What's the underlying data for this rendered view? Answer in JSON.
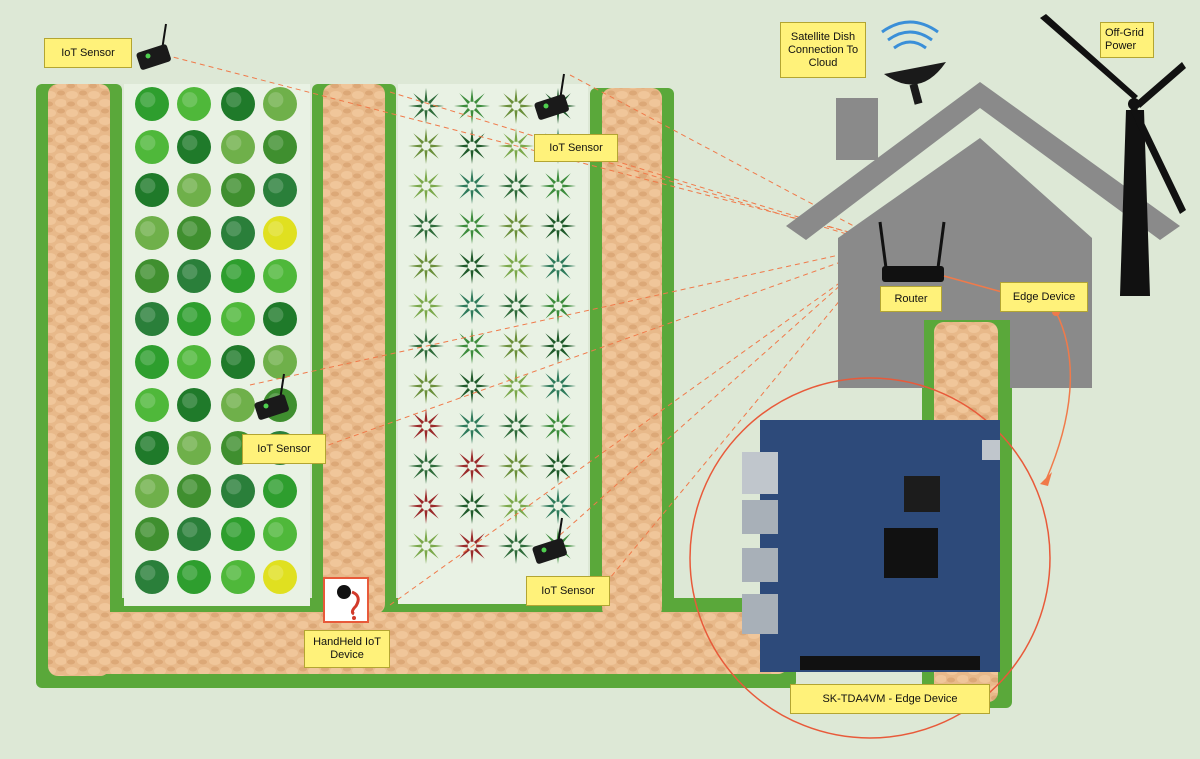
{
  "labels": {
    "iot_sensor_top_left": "IoT Sensor",
    "iot_sensor_top_middle": "IoT Sensor",
    "iot_sensor_left_bed": "IoT Sensor",
    "iot_sensor_bottom_middle": "IoT Sensor",
    "satellite": "Satellite Dish Connection To Cloud",
    "off_grid": "Off-Grid Power",
    "router": "Router",
    "edge_device": "Edge Device",
    "handheld": "HandHeld IoT Device",
    "board": "SK-TDA4VM - Edge Device"
  },
  "icons": [
    "iot-sensor-icon",
    "satellite-dish-icon",
    "wind-turbine-icon",
    "router-icon",
    "handheld-device-icon",
    "edge-board-icon",
    "plant-icon"
  ],
  "colors": {
    "background": "#dde8d6",
    "path": "#e8b98a",
    "grass": "#5aa83a",
    "house": "#888888",
    "label": "#fff27a",
    "connector": "#f07a4a",
    "board": "#2d4a7a"
  }
}
